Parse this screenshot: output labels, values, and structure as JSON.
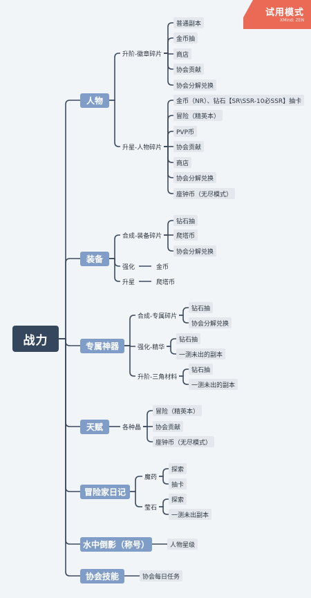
{
  "trial_badge": {
    "title": "试用模式",
    "subtitle": "XMind: ZEN"
  },
  "root": "战力",
  "branches": [
    {
      "label": "人物",
      "children": [
        {
          "label": "升阶-徽章碎片",
          "items": [
            "普通副本",
            "金币抽",
            "商店",
            "协会贡献",
            "协会分解兑换"
          ]
        },
        {
          "label": "升星-人物碎片",
          "items": [
            "金币（NR）、钻石【SR\\SSR-10必SSR】抽卡",
            "冒险（精英本）",
            "PVP币",
            "协会贡献",
            "商店",
            "协会分解兑换",
            "座钟币（无尽模式）"
          ]
        }
      ]
    },
    {
      "label": "装备",
      "children": [
        {
          "label": "合成-装备碎片",
          "items": [
            "钻石抽",
            "爬塔币",
            "协会分解兑换"
          ]
        },
        {
          "label": "强化",
          "items": [
            "金币"
          ]
        },
        {
          "label": "升星",
          "items": [
            "爬塔币"
          ]
        }
      ]
    },
    {
      "label": "专属神器",
      "children": [
        {
          "label": "合成-专属碎片",
          "items": [
            "钻石抽",
            "协会分解兑换"
          ]
        },
        {
          "label": "强化-精华",
          "items": [
            "钻石抽",
            "一测未出的副本"
          ]
        },
        {
          "label": "升阶-三角材料",
          "items": [
            "钻石抽",
            "一测未出的副本"
          ]
        }
      ]
    },
    {
      "label": "天赋",
      "children": [
        {
          "label": "各种晶",
          "items": [
            "冒险（精英本）",
            "协会贡献",
            "座钟币（无尽模式）"
          ]
        }
      ]
    },
    {
      "label": "冒险家日记",
      "children": [
        {
          "label": "魔药",
          "items": [
            "探索",
            "抽卡"
          ]
        },
        {
          "label": "莹石",
          "items": [
            "探索",
            "一测未出副本"
          ]
        }
      ]
    },
    {
      "label": "水中倒影（称号）",
      "items": [
        "人物星级"
      ]
    },
    {
      "label": "协会技能",
      "items": [
        "协会每日任务"
      ]
    }
  ],
  "colors": {
    "line": "#3c4a5e",
    "root": "#34475c",
    "branch": "#7f9dc6",
    "leaf_bg": "#e4e8ed",
    "badge": "#ea6a55"
  }
}
